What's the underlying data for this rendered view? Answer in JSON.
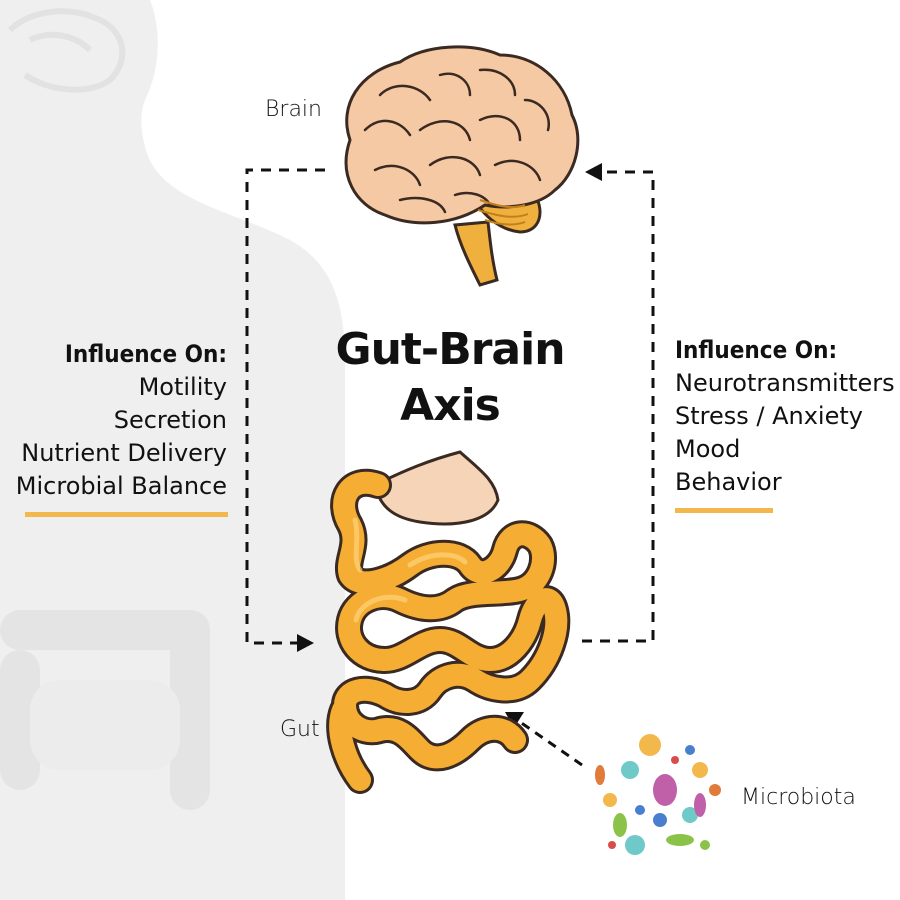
{
  "title": {
    "line1": "Gut-Brain",
    "line2": "Axis"
  },
  "labels": {
    "brain": "Brain",
    "gut": "Gut",
    "microbiota": "Microbiota"
  },
  "left_influence": {
    "heading": "Influence On:",
    "items": [
      "Motility",
      "Secretion",
      "Nutrient Delivery",
      "Microbial Balance"
    ]
  },
  "right_influence": {
    "heading": "Influence On:",
    "items": [
      "Neurotransmitters",
      "Stress / Anxiety",
      "Mood",
      "Behavior"
    ]
  },
  "colors": {
    "accent": "#f2b84b",
    "silhouette": "#efefef",
    "brain": "#f5c9a4",
    "brain_outline": "#3a2a22",
    "cerebellum": "#f0b03e",
    "intestine": "#f5ad34",
    "stomach": "#f5d4b8",
    "arrow": "#111111"
  }
}
